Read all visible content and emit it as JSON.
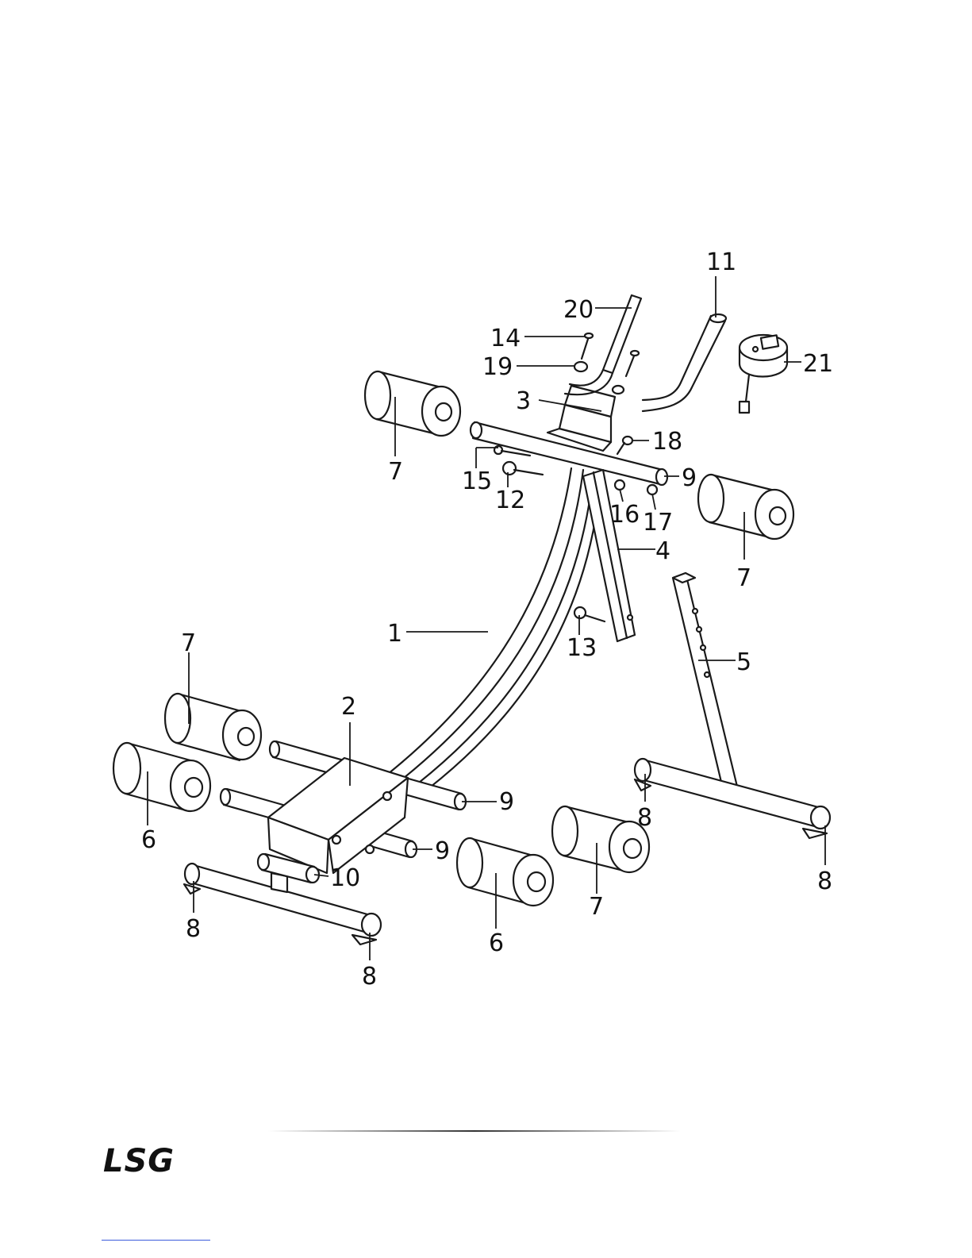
{
  "diagram": {
    "part_labels": {
      "p1": "1",
      "p2": "2",
      "p3": "3",
      "p4": "4",
      "p5": "5",
      "p6a": "6",
      "p6b": "6",
      "p7a": "7",
      "p7b": "7",
      "p7c": "7",
      "p7d": "7",
      "p8a": "8",
      "p8b": "8",
      "p8c": "8",
      "p8d": "8",
      "p9a": "9",
      "p9b": "9",
      "p9c": "9",
      "p10": "10",
      "p11": "11",
      "p12": "12",
      "p13": "13",
      "p14": "14",
      "p15": "15",
      "p16": "16",
      "p17": "17",
      "p18": "18",
      "p19": "19",
      "p20": "20",
      "p21": "21"
    }
  },
  "footer": {
    "logo_text": "LSG"
  }
}
